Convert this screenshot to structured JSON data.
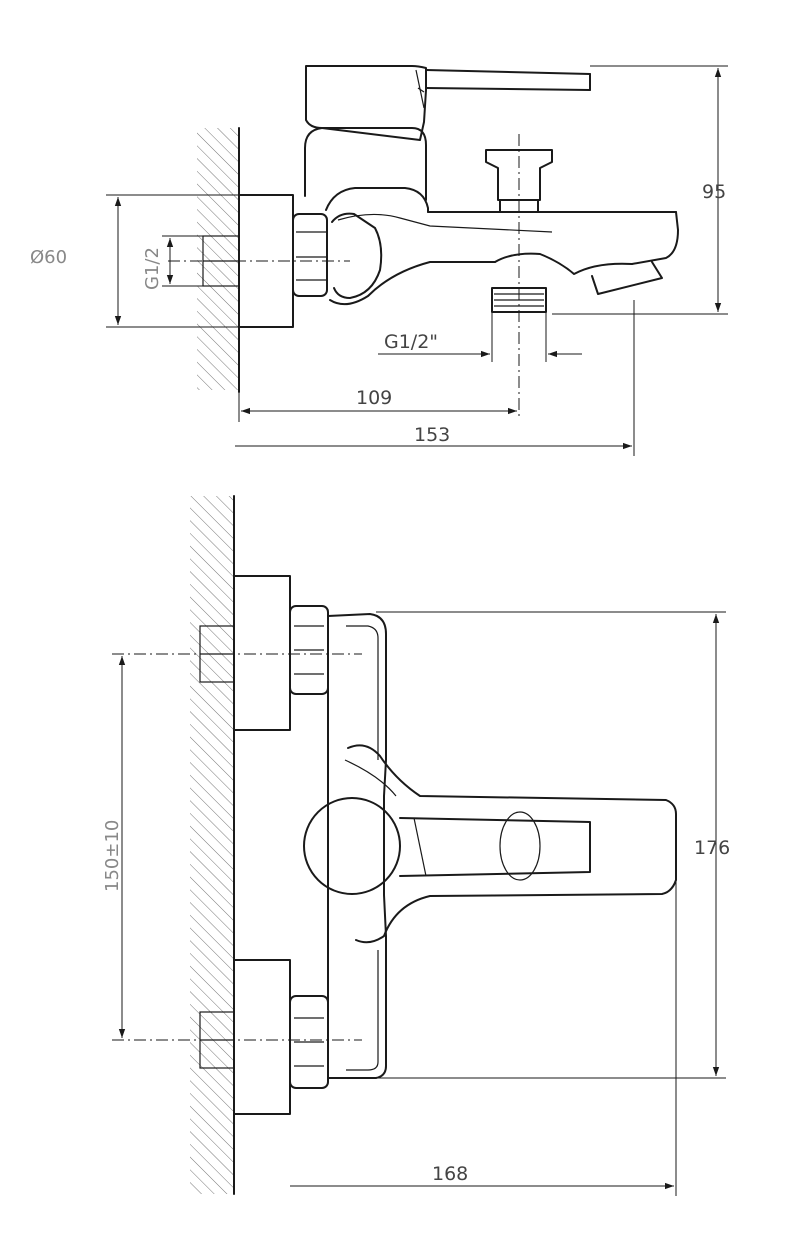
{
  "side_view": {
    "label_diameter": "Ø60",
    "label_inlet_thread": "G1/2",
    "label_height": "95",
    "label_outlet_thread": "G1/2\"",
    "label_depth_outlet": "109",
    "label_depth_total": "153"
  },
  "top_view": {
    "label_spacing": "150±10",
    "label_body_length": "176",
    "label_spout_reach": "168"
  }
}
